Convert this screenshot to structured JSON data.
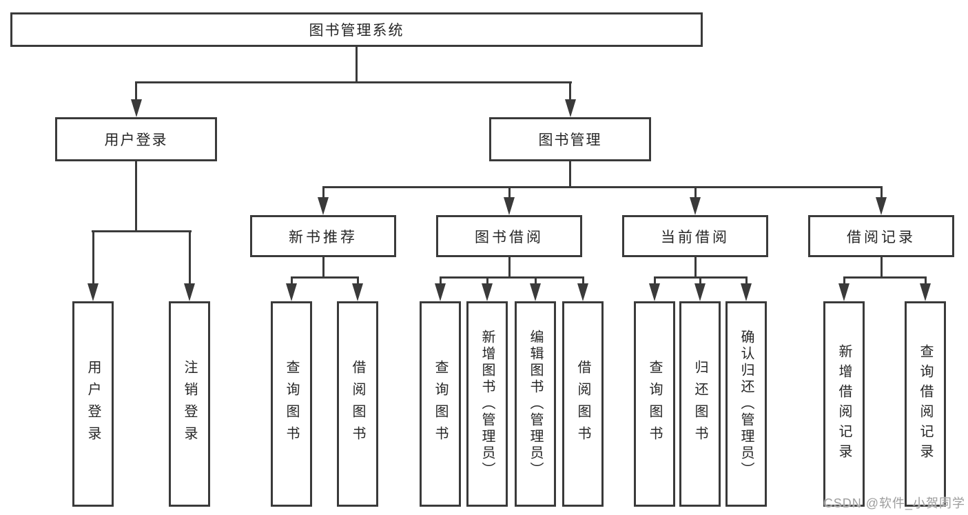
{
  "colors": {
    "line": "#3a3a3a",
    "text": "#262626",
    "background": "#ffffff",
    "watermark_gray": "#9d9d9d"
  },
  "tree": {
    "root": {
      "label": "图书管理系统"
    },
    "children": [
      {
        "label": "用户登录",
        "children": [
          {
            "label": "用户登录"
          },
          {
            "label": "注销登录"
          }
        ]
      },
      {
        "label": "图书管理",
        "children": [
          {
            "label": "新书推荐",
            "children": [
              {
                "label": "查询图书"
              },
              {
                "label": "借阅图书"
              }
            ]
          },
          {
            "label": "图书借阅",
            "children": [
              {
                "label": "查询图书"
              },
              {
                "label": "新增图书（管理员）"
              },
              {
                "label": "编辑图书（管理员）"
              },
              {
                "label": "借阅图书"
              }
            ]
          },
          {
            "label": "当前借阅",
            "children": [
              {
                "label": "查询图书"
              },
              {
                "label": "归还图书"
              },
              {
                "label": "确认归还（管理员）"
              }
            ]
          },
          {
            "label": "借阅记录",
            "children": [
              {
                "label": "新增借阅记录"
              },
              {
                "label": "查询借阅记录"
              }
            ]
          }
        ]
      }
    ]
  },
  "watermark": "CSDN @软件_小贺同学"
}
